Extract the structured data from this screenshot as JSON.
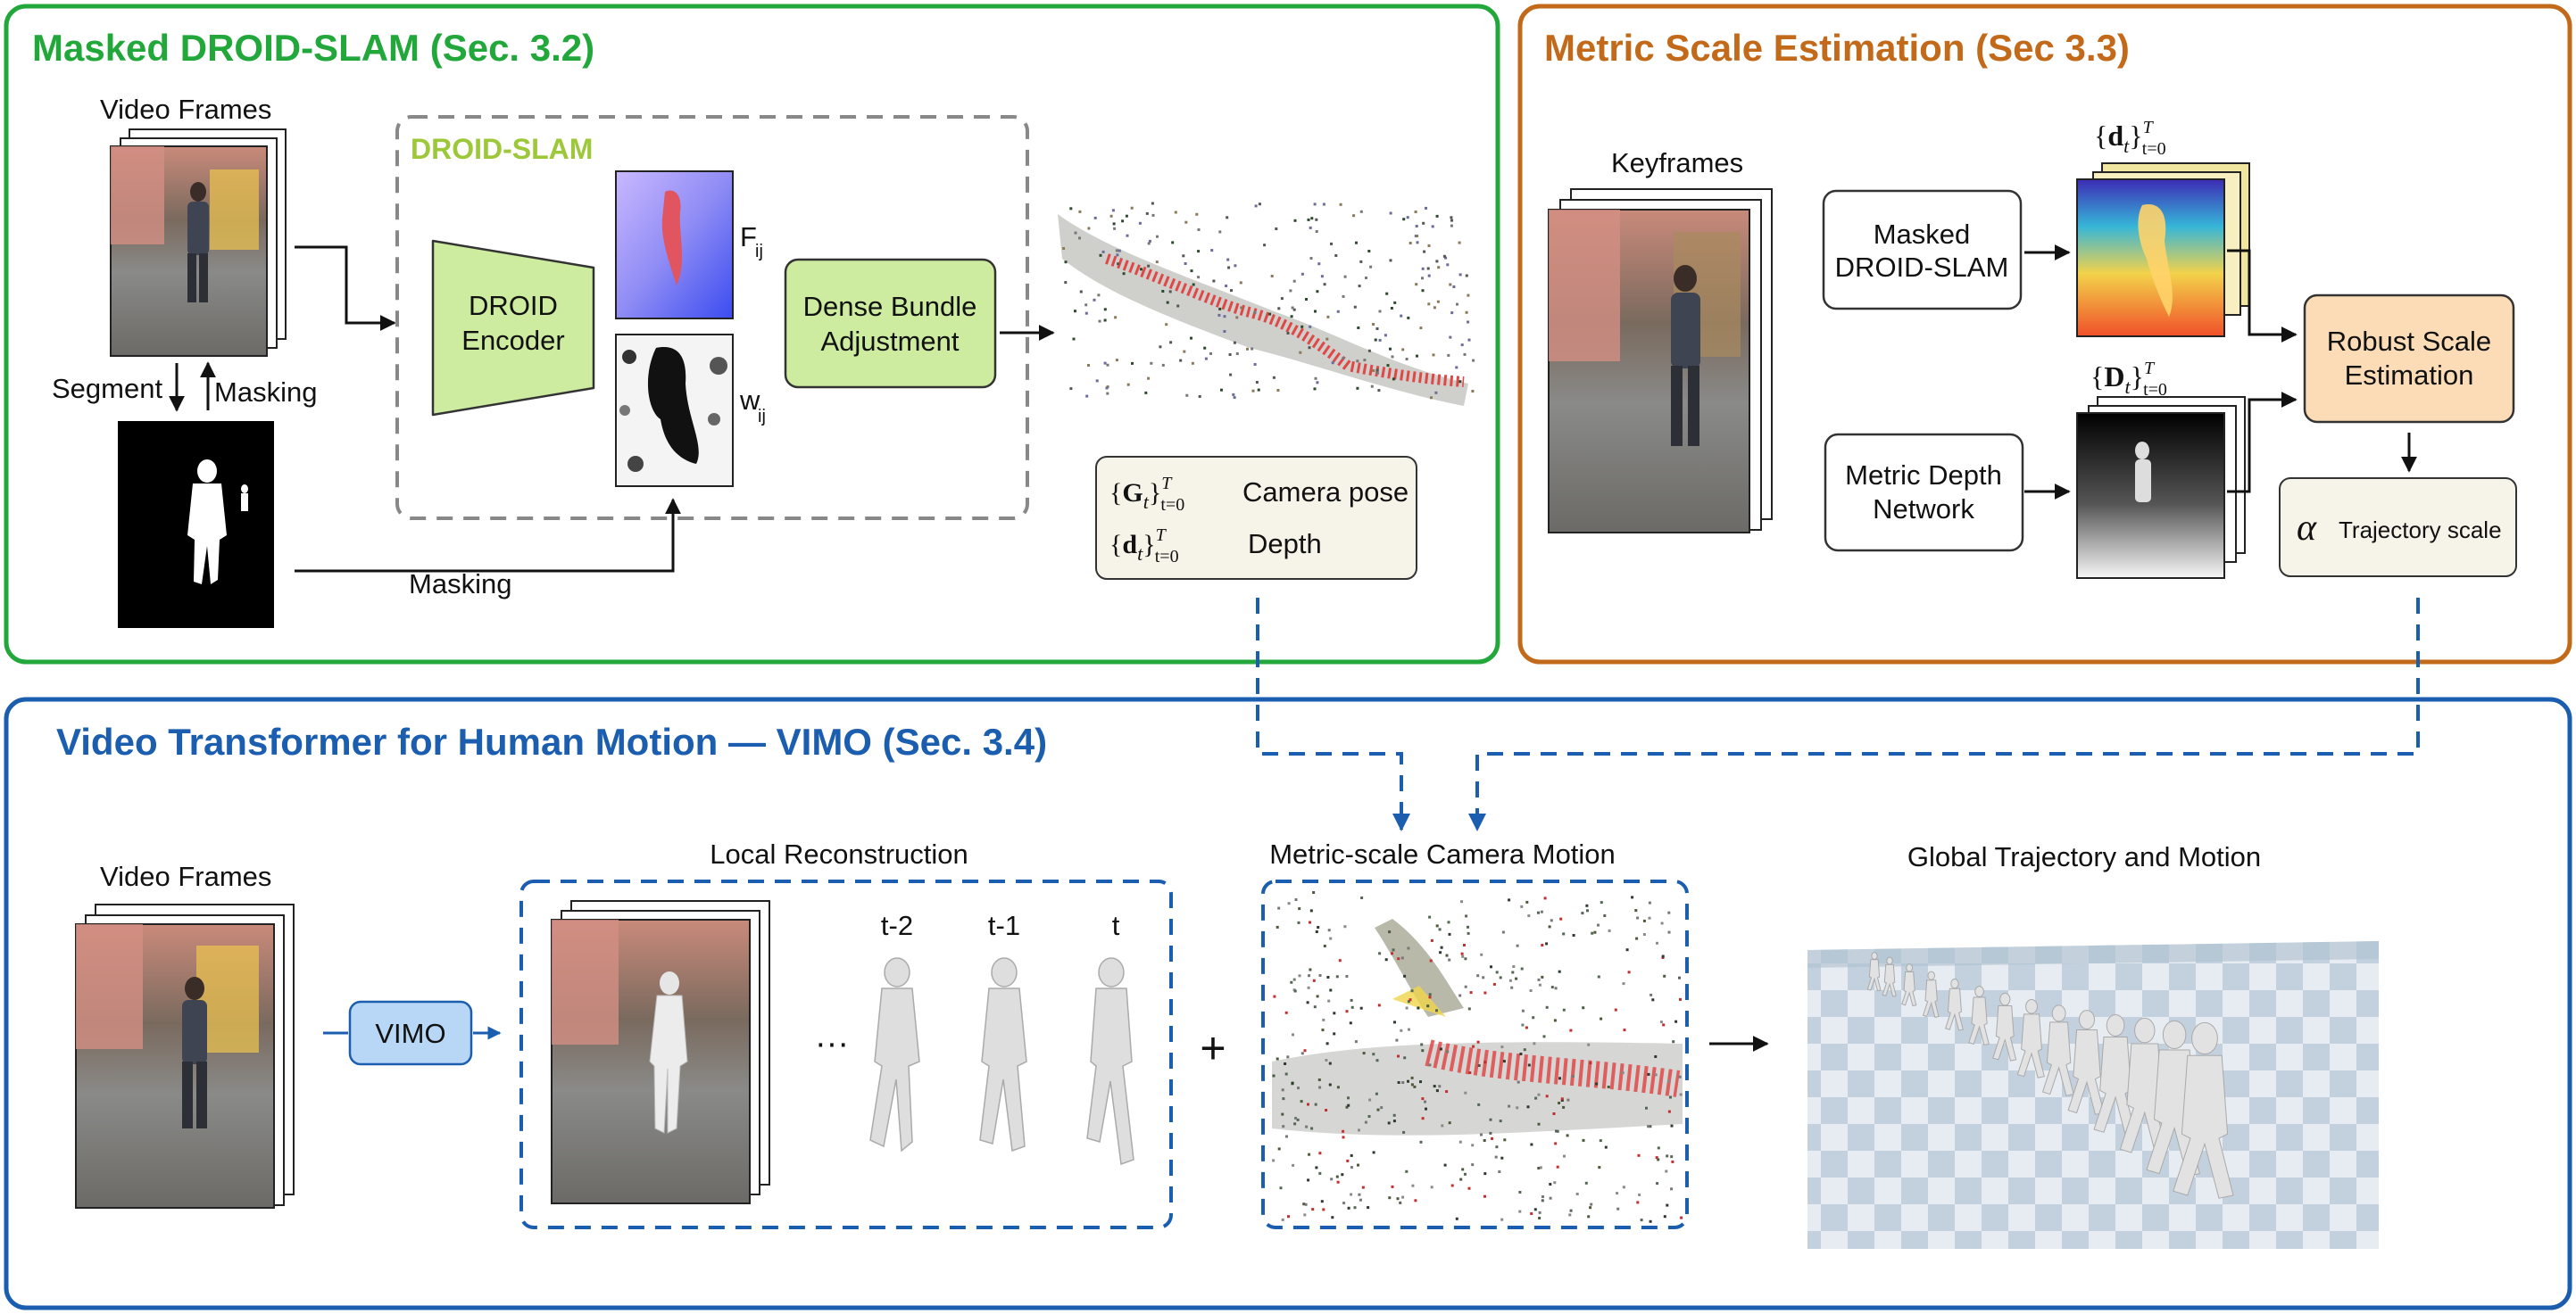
{
  "colors": {
    "green": "#22a83a",
    "orange": "#c26a1a",
    "blue": "#1b5eb0",
    "lime": "#9cc83a",
    "box_green": "#cdeca0",
    "box_peach": "#fbdcb6",
    "box_cream": "#f6f3e9",
    "box_blue": "#b8d6f5"
  },
  "panels": {
    "droid": {
      "title": "Masked DROID-SLAM (Sec. 3.2)"
    },
    "scale": {
      "title": "Metric Scale Estimation (Sec 3.3)"
    },
    "vimo": {
      "title": "Video Transformer for Human Motion — VIMO (Sec. 3.4)"
    }
  },
  "droid": {
    "video_frames": "Video Frames",
    "segment": "Segment",
    "masking": "Masking",
    "masking_bottom": "Masking",
    "droid_slam_label": "DROID-SLAM",
    "encoder": [
      "DROID",
      "Encoder"
    ],
    "f_label": "F",
    "f_sub": "ij",
    "w_label": "w",
    "w_sub": "ij",
    "dba": [
      "Dense Bundle",
      "Adjustment"
    ],
    "legend": {
      "pose_math": "{G_t}_{t=0}^T",
      "pose_label": "Camera pose",
      "depth_math": "{d_t}_{t=0}^T",
      "depth_label": "Depth"
    }
  },
  "scale": {
    "keyframes": "Keyframes",
    "masked_droid": [
      "Masked",
      "DROID-SLAM"
    ],
    "metric_depth": [
      "Metric Depth",
      "Network"
    ],
    "d_small": "{d_t}_{t=0}^T",
    "d_big": "{D_t}_{t=0}^T",
    "robust": [
      "Robust Scale",
      "Estimation"
    ],
    "alpha": "α",
    "traj_scale": "Trajectory scale"
  },
  "vimo": {
    "video_frames": "Video Frames",
    "vimo_box": "VIMO",
    "local_recon": "Local Reconstruction",
    "ellipsis": "···",
    "t_labels": [
      "t-2",
      "t-1",
      "t"
    ],
    "plus": "+",
    "camera_motion": "Metric-scale Camera Motion",
    "global": "Global Trajectory and Motion"
  }
}
